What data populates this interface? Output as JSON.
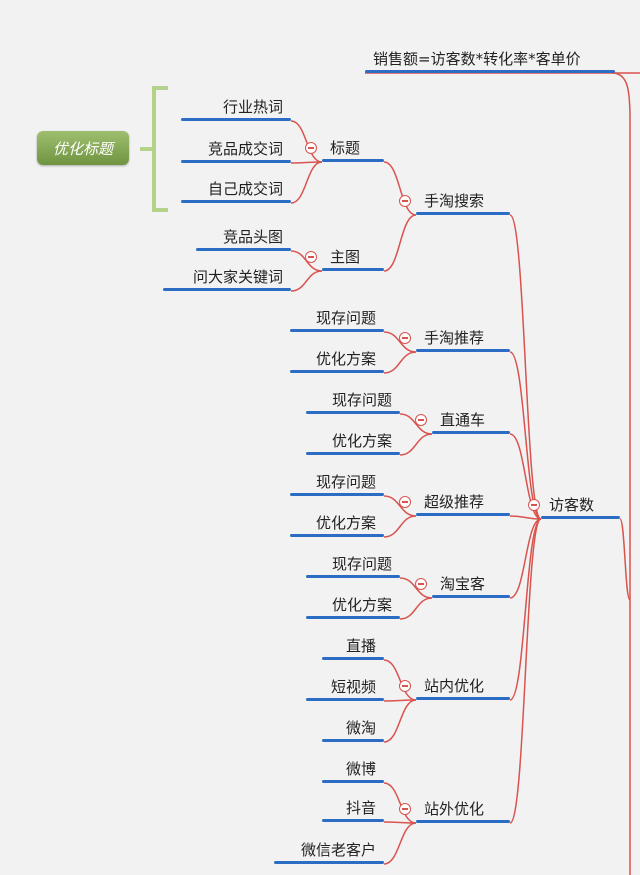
{
  "root": {
    "label": "销售额=访客数*转化率*客单价"
  },
  "visitors": {
    "label": "访客数"
  },
  "tag": {
    "label": "优化标题",
    "color": "#7fa04a"
  },
  "colors": {
    "blue_underline": "#2b6cc4",
    "red_link": "#d9534f",
    "bracket": "#b5d18a"
  },
  "branches": {
    "shoutao_search": {
      "label": "手淘搜索",
      "title": {
        "label": "标题",
        "children": [
          "行业热词",
          "竞品成交词",
          "自己成交词"
        ]
      },
      "main_image": {
        "label": "主图",
        "children": [
          "竞品头图",
          "问大家关键词"
        ]
      }
    },
    "shoutao_recommend": {
      "label": "手淘推荐",
      "children": [
        "现存问题",
        "优化方案"
      ]
    },
    "ztc": {
      "label": "直通车",
      "children": [
        "现存问题",
        "优化方案"
      ]
    },
    "super_recommend": {
      "label": "超级推荐",
      "children": [
        "现存问题",
        "优化方案"
      ]
    },
    "taobaoke": {
      "label": "淘宝客",
      "children": [
        "现存问题",
        "优化方案"
      ]
    },
    "onsite": {
      "label": "站内优化",
      "children": [
        "直播",
        "短视频",
        "微淘"
      ]
    },
    "offsite": {
      "label": "站外优化",
      "children": [
        "微博",
        "抖音",
        "微信老客户"
      ]
    }
  }
}
